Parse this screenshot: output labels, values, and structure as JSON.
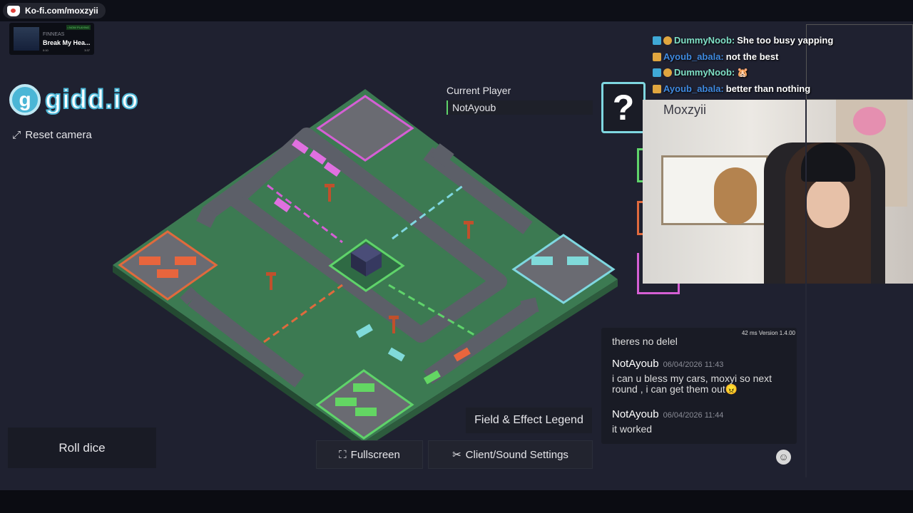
{
  "overlay": {
    "kofi_url": "Ko-fi.com/moxzyii",
    "now_playing": {
      "tag": "• NOW PLAYING",
      "artist": "FINNEAS",
      "song": "Break My Hea...",
      "elapsed": "0:10",
      "duration": "3:37"
    },
    "twitch_chat": [
      {
        "user": "DummyNoob:",
        "message": "She too busy yapping",
        "color": "#7fe0c6"
      },
      {
        "user": "Ayoub_abala:",
        "message": "not the best",
        "color": "#3f8ae0"
      },
      {
        "user": "DummyNoob:",
        "message": "🐹",
        "color": "#7fe0c6"
      },
      {
        "user": "Ayoub_abala:",
        "message": "better than nothing",
        "color": "#3f8ae0"
      }
    ],
    "streamer_name": "Moxzyii"
  },
  "game": {
    "logo": "gidd.io",
    "logo_letter": "g",
    "reset_camera": "Reset camera",
    "current_player_label": "Current Player",
    "current_player": "NotAyoub",
    "question_mark": "?",
    "roll_dice": "Roll dice",
    "legend_button": "Field & Effect Legend",
    "fullscreen": "Fullscreen",
    "settings": "Client/Sound Settings",
    "colors": {
      "green": "#5fd36a",
      "orange": "#e06a3d",
      "pink": "#d55fd4",
      "cyan": "#7fd7e0"
    }
  },
  "chat": {
    "status": "42 ms Version 1.4.00",
    "cut_message": "theres no delel",
    "messages": [
      {
        "user": "NotAyoub",
        "time": "06/04/2026 11:43",
        "text": "i can u bless my cars, moxyi  so next round , i can get them out😠"
      },
      {
        "user": "NotAyoub",
        "time": "06/04/2026 11:44",
        "text": "it worked"
      }
    ],
    "emoji_button": "☺"
  }
}
